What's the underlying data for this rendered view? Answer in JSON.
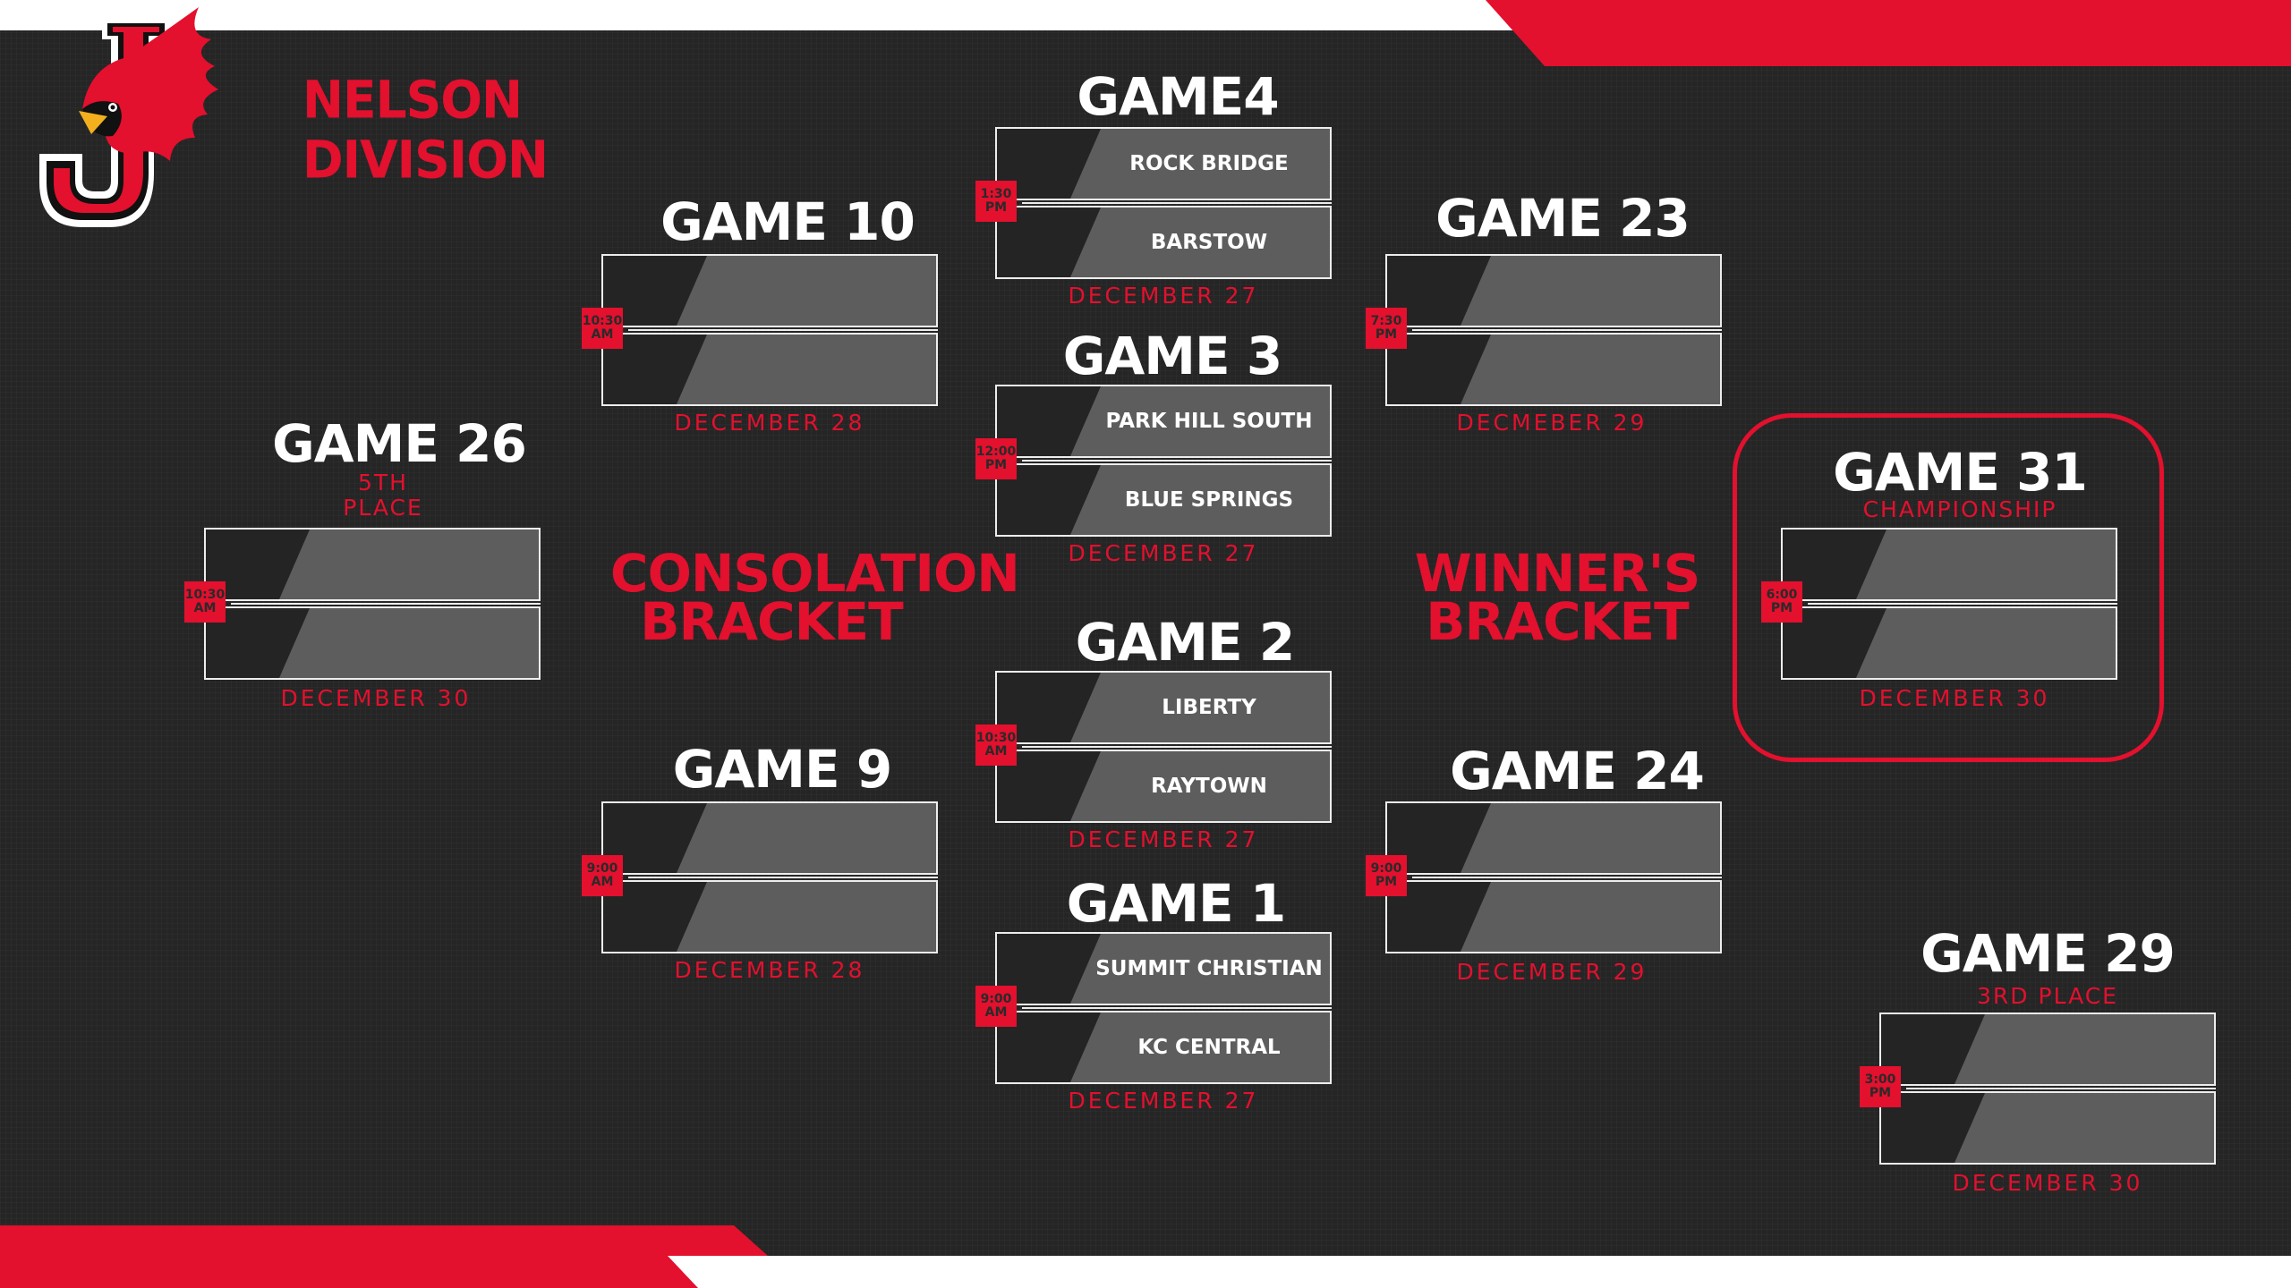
{
  "division": "NELSON DIVISION",
  "brackets": {
    "consolation": [
      "CONSOLATION",
      "BRACKET"
    ],
    "winners": [
      "WINNER'S",
      "BRACKET"
    ]
  },
  "colors": {
    "accent": "#e3102e",
    "background": "#252525",
    "slot_fill": "#5d5d5d"
  },
  "logo": {
    "icon": "cardinal-logo",
    "letter": "J"
  },
  "games": {
    "g4": {
      "title": "GAME4",
      "time": [
        "1:30",
        "PM"
      ],
      "date": "DECEMBER 27",
      "teams": [
        "ROCK BRIDGE",
        "BARSTOW"
      ]
    },
    "g3": {
      "title": "GAME 3",
      "time": [
        "12:00",
        "PM"
      ],
      "date": "DECEMBER 27",
      "teams": [
        "PARK HILL SOUTH",
        "BLUE SPRINGS"
      ]
    },
    "g2": {
      "title": "GAME 2",
      "time": [
        "10:30",
        "AM"
      ],
      "date": "DECEMBER 27",
      "teams": [
        "LIBERTY",
        "RAYTOWN"
      ]
    },
    "g1": {
      "title": "GAME 1",
      "time": [
        "9:00",
        "AM"
      ],
      "date": "DECEMBER 27",
      "teams": [
        "SUMMIT CHRISTIAN",
        "KC CENTRAL"
      ]
    },
    "g10": {
      "title": "GAME 10",
      "time": [
        "10:30",
        "AM"
      ],
      "date": "DECEMBER 28",
      "teams": [
        "",
        ""
      ]
    },
    "g9": {
      "title": "GAME 9",
      "time": [
        "9:00",
        "AM"
      ],
      "date": "DECEMBER 28",
      "teams": [
        "",
        ""
      ]
    },
    "g23": {
      "title": "GAME 23",
      "time": [
        "7:30",
        "PM"
      ],
      "date": "DECMEBER 29",
      "teams": [
        "",
        ""
      ]
    },
    "g24": {
      "title": "GAME 24",
      "time": [
        "9:00",
        "PM"
      ],
      "date": "DECEMBER 29",
      "teams": [
        "",
        ""
      ]
    },
    "g26": {
      "title": "GAME 26",
      "subtitle": [
        "5TH",
        "PLACE"
      ],
      "time": [
        "10:30",
        "AM"
      ],
      "date": "DECEMBER 30",
      "teams": [
        "",
        ""
      ]
    },
    "g31": {
      "title": "GAME 31",
      "subtitle": [
        "CHAMPIONSHIP"
      ],
      "time": [
        "6:00",
        "PM"
      ],
      "date": "DECEMBER 30",
      "teams": [
        "",
        ""
      ]
    },
    "g29": {
      "title": "GAME 29",
      "subtitle": [
        "3RD PLACE"
      ],
      "time": [
        "3:00",
        "PM"
      ],
      "date": "DECEMBER 30",
      "teams": [
        "",
        ""
      ]
    }
  }
}
